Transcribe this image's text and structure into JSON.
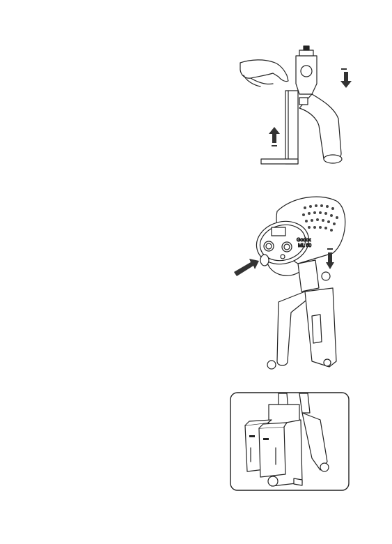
{
  "page": {
    "background": "#ffffff"
  },
  "figures": [
    {
      "id": "step-1-mount-handle",
      "arrows": [
        "up",
        "down"
      ]
    },
    {
      "id": "step-2-attach-light-head",
      "brand_text": "Godox",
      "model_text": "ML 60"
    },
    {
      "id": "step-3-battery-grip-detail"
    }
  ],
  "colors": {
    "line": "#222222",
    "arrow": "#333333",
    "frame": "#222222"
  }
}
